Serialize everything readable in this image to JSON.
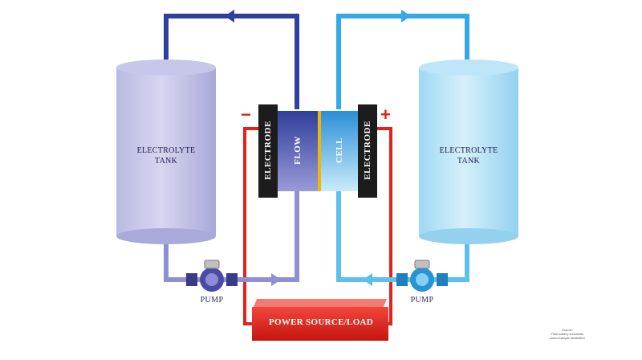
{
  "colors": {
    "negative_loop": "#2e3f9e",
    "negative_return": "#8f8fd6",
    "positive_loop": "#35a9e6",
    "electrical": "#e2231a",
    "electrode": "#1c1c1c"
  },
  "left_tank": {
    "label": "ELECTROLYTE\nTANK"
  },
  "right_tank": {
    "label": "ELECTROLYTE\nTANK"
  },
  "cell": {
    "left_electrode": "ELECTRODE",
    "right_electrode": "ELECTRODE",
    "flow_label": "FLOW",
    "cell_label": "CELL"
  },
  "signs": {
    "negative": "−",
    "positive": "+"
  },
  "pumps": {
    "left": "PUMP",
    "right": "PUMP"
  },
  "power": {
    "label": "POWER SOURCE/LOAD"
  },
  "caption": {
    "text": "Source:\nFlow battery schematic\nwww.example-illustration"
  }
}
